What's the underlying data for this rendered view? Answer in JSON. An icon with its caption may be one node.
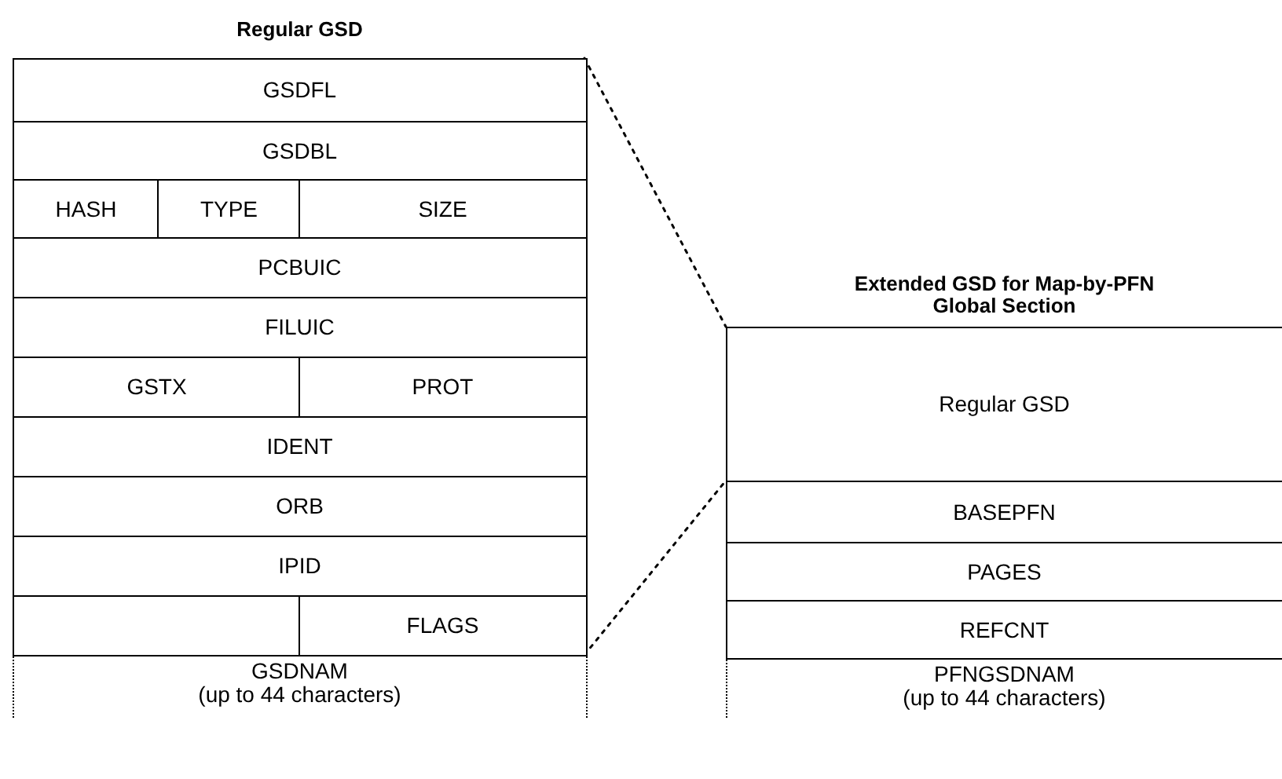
{
  "diagram": {
    "nodes": [
      {
        "text": [
          "Regular GSD"
        ]
      },
      {
        "text": [
          "GSDFL"
        ],
        "in": 0
      },
      {
        "text": [
          "GSDBL"
        ],
        "in": 0
      },
      {
        "text": [
          "HASH"
        ],
        "in": 0
      },
      {
        "text": [
          "TYPE"
        ],
        "in": 0
      },
      {
        "text": [
          "SIZE"
        ],
        "in": 0
      },
      {
        "text": [
          "PCBUIC"
        ],
        "in": 0
      },
      {
        "text": [
          "FILUIC"
        ],
        "in": 0
      },
      {
        "text": [
          "GSTX"
        ],
        "in": 0
      },
      {
        "text": [
          "PROT"
        ],
        "in": 0
      },
      {
        "text": [
          "IDENT"
        ],
        "in": 0
      },
      {
        "text": [
          "ORB"
        ],
        "in": 0
      },
      {
        "text": [
          "IPID"
        ],
        "in": 0
      },
      {
        "text": [],
        "shape": "box",
        "in": 0
      },
      {
        "text": [
          "FLAGS"
        ],
        "in": 0
      },
      {
        "text": [
          "GSDNAM",
          "(up to 44 characters)"
        ],
        "in": 0
      },
      {
        "text": [
          "Extended GSD for Map-by-PFN Global Section"
        ]
      },
      {
        "text": [
          "Regular GSD"
        ],
        "in": 16
      },
      {
        "text": [
          "BASEPFN"
        ],
        "in": 16
      },
      {
        "text": [
          "PAGES"
        ],
        "in": 16
      },
      {
        "text": [
          "REFCNT"
        ],
        "in": 16
      },
      {
        "text": [
          "PFNGSDNAM",
          "(up to 44 characters)"
        ],
        "in": 16
      }
    ],
    "edges": [
      {
        "from": 0,
        "to": 17,
        "arrow": "none",
        "style": "dashed"
      },
      {
        "from": 0,
        "to": 17,
        "arrow": "none",
        "style": "dashed"
      }
    ]
  }
}
